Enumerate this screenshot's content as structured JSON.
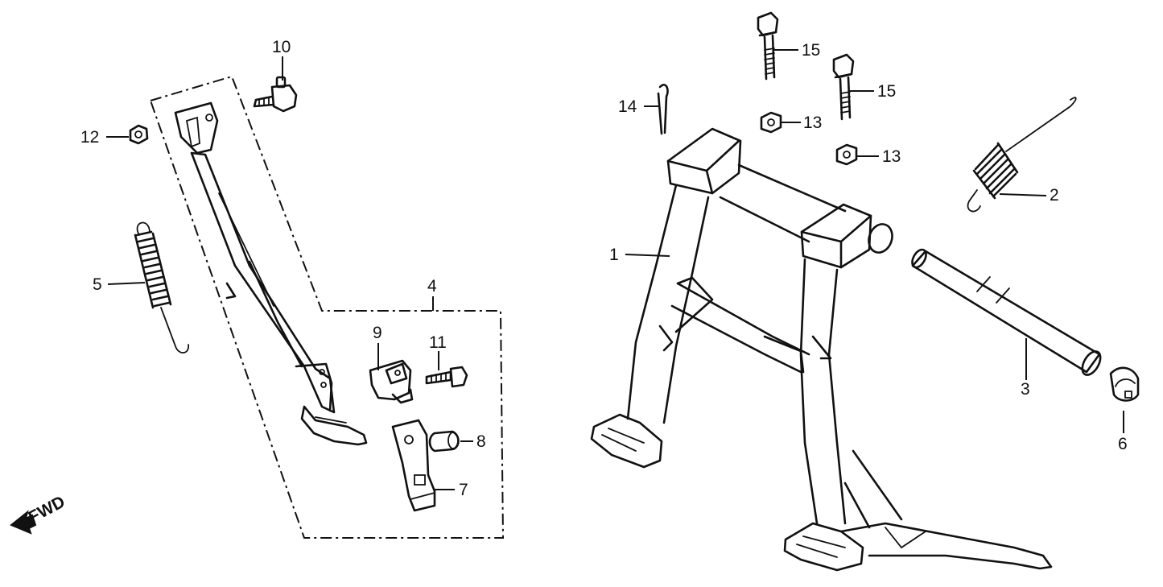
{
  "labels": {
    "l1": "1",
    "l2": "2",
    "l3": "3",
    "l4": "4",
    "l5": "5",
    "l6": "6",
    "l7": "7",
    "l8": "8",
    "l9": "9",
    "l10": "10",
    "l11": "11",
    "l12": "12",
    "l13a": "13",
    "l13b": "13",
    "l14": "14",
    "l15a": "15",
    "l15b": "15"
  },
  "fwd": "FWD"
}
